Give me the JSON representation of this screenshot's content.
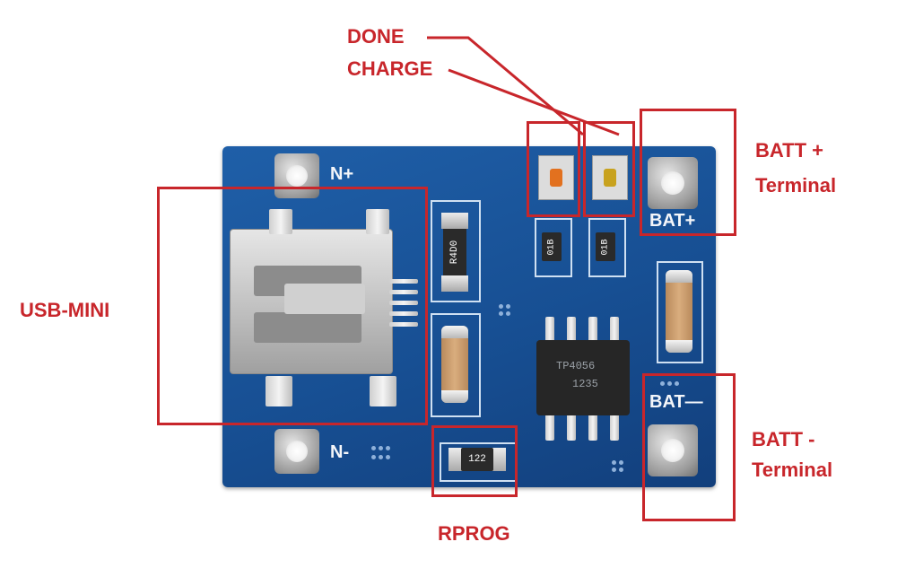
{
  "silkscreen": {
    "n_plus": "N+",
    "n_minus": "N-",
    "bat_plus": "BAT+",
    "bat_minus": "BAT—",
    "r_current": "R4D0",
    "r_led_1": "01B",
    "r_led_2": "01B",
    "r_prog": "122",
    "chip_line1": "TP4056",
    "chip_line2": "1235"
  },
  "callouts": {
    "done": "DONE",
    "charge": "CHARGE",
    "batt_plus_line1": "BATT +",
    "batt_plus_line2": "Terminal",
    "usb_mini": "USB-MINI",
    "batt_minus_line1": "BATT -",
    "batt_minus_line2": "Terminal",
    "rprog": "RPROG"
  },
  "colors": {
    "annotation": "#c8262b",
    "pcb": "#1f5fa8"
  }
}
